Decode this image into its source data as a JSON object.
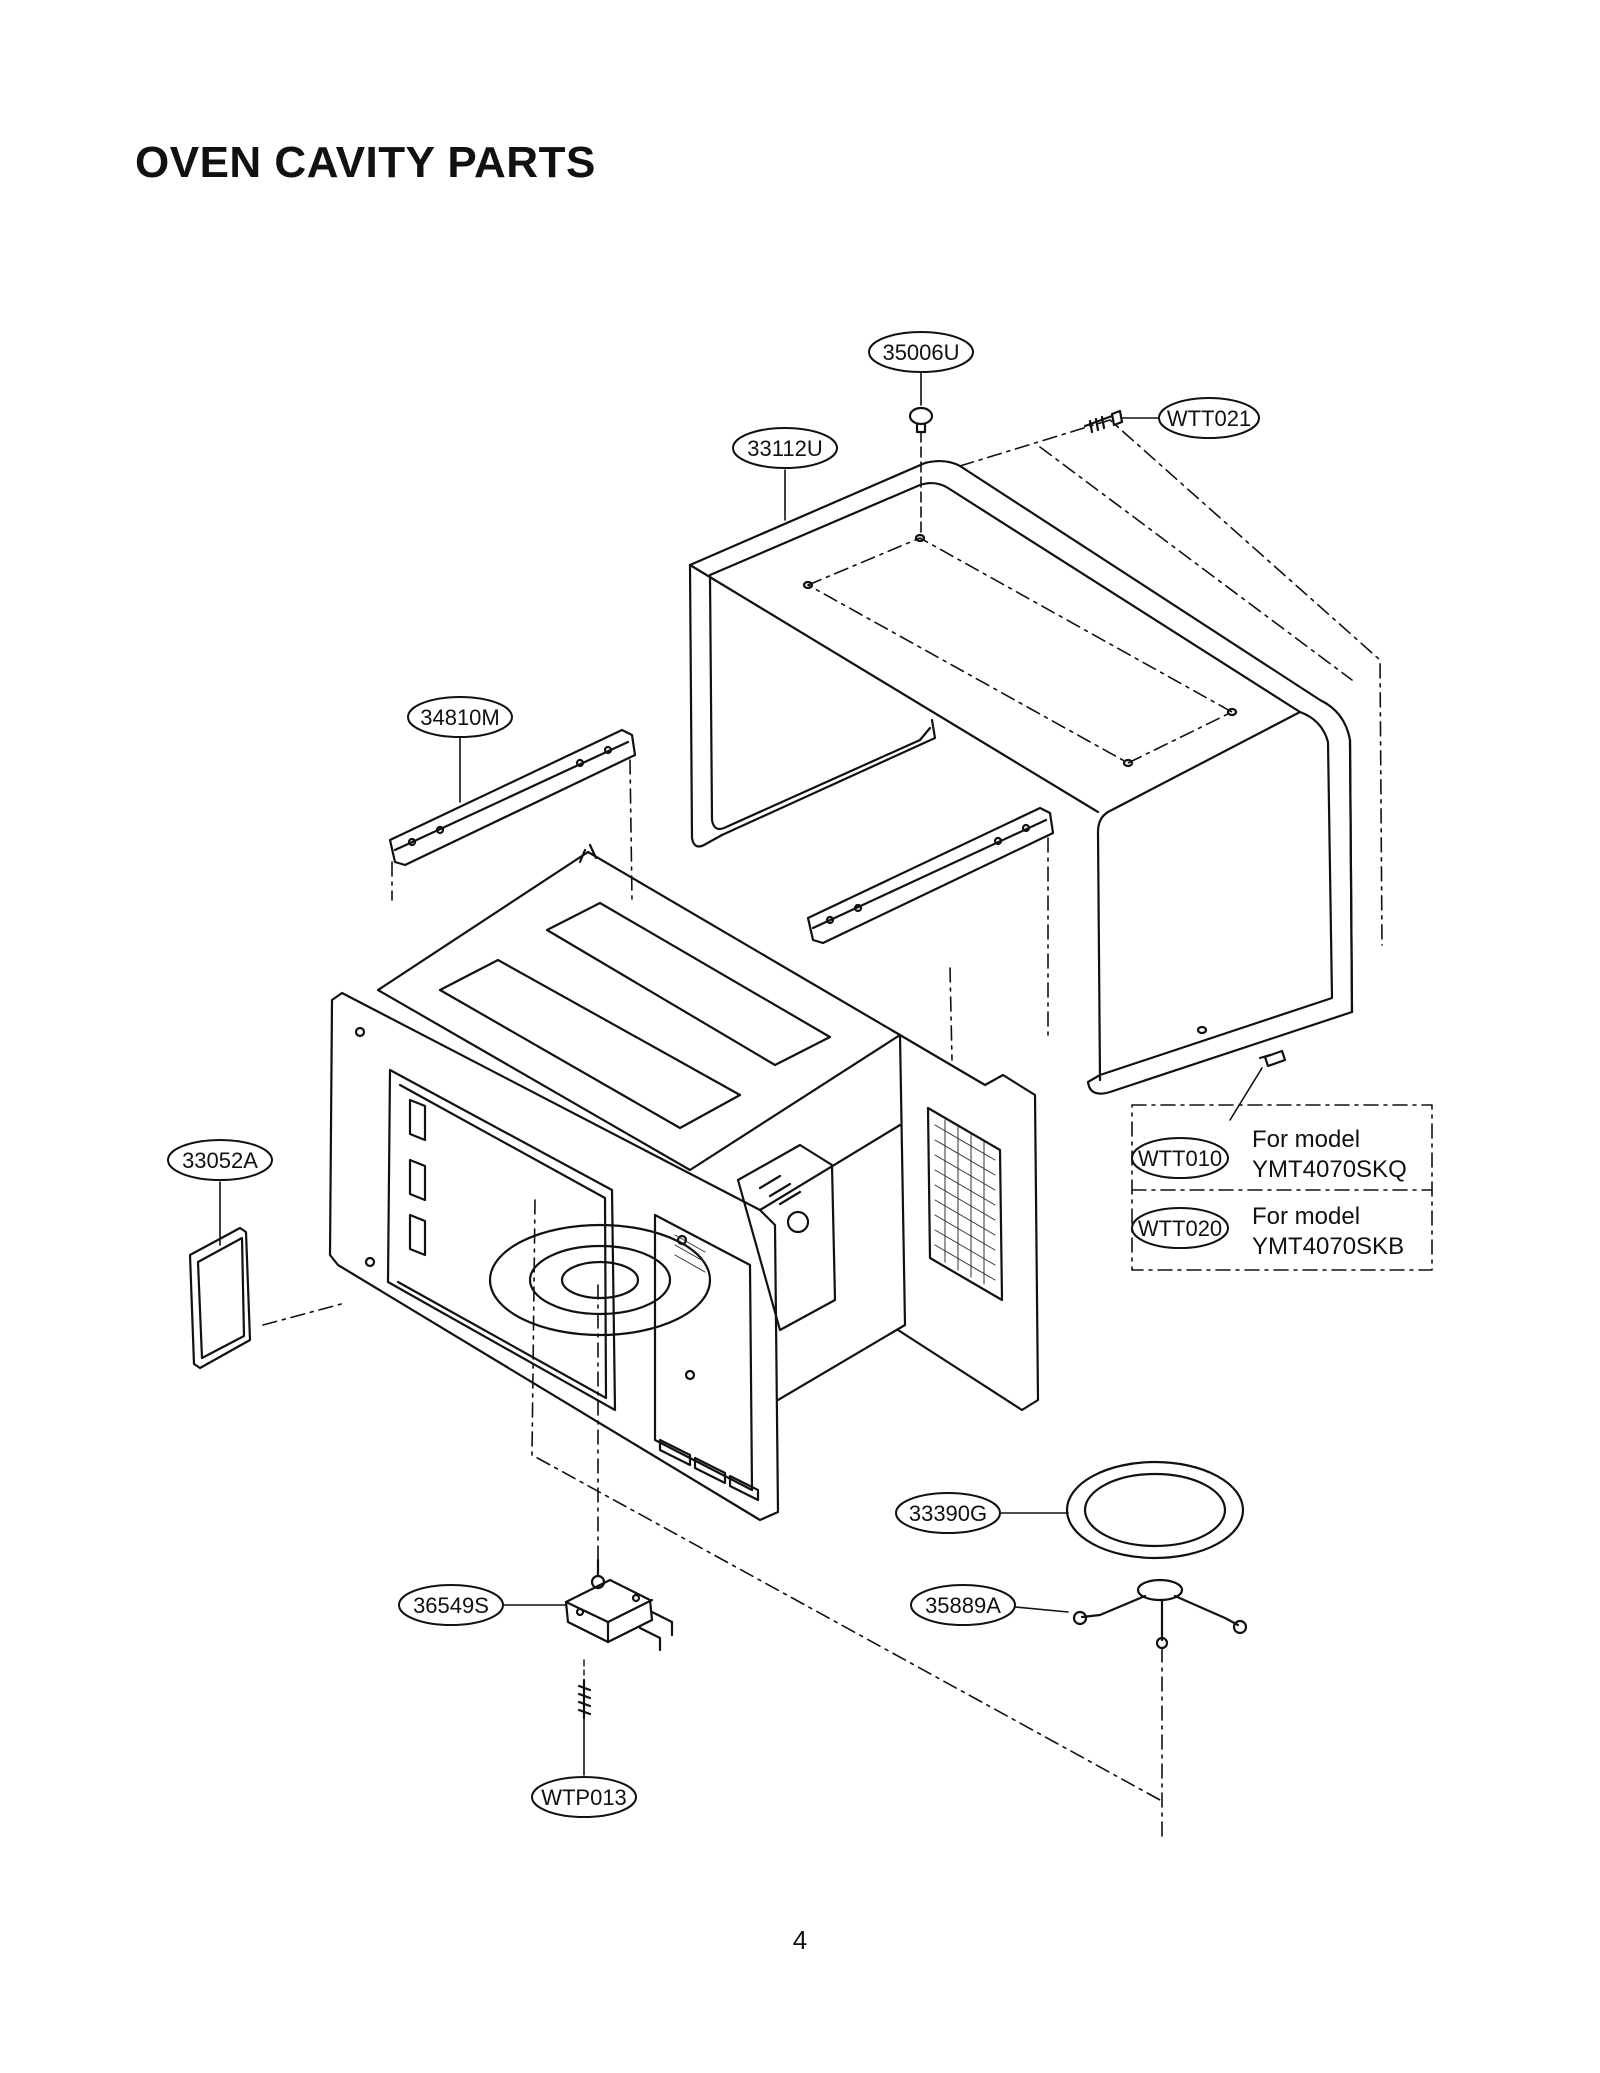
{
  "title": "OVEN CAVITY PARTS",
  "page_number": "4",
  "parts": {
    "p35006U": "35006U",
    "pWTT021": "WTT021",
    "p33112U": "33112U",
    "p34810M": "34810M",
    "p33052A": "33052A",
    "pWTT010": "WTT010",
    "pWTT020": "WTT020",
    "p33390G": "33390G",
    "p35889A": "35889A",
    "p36549S": "36549S",
    "pWTP013": "WTP013"
  },
  "notes": {
    "for_model": "For model",
    "model_skq": "YMT4070SKQ",
    "model_skb": "YMT4070SKB"
  }
}
